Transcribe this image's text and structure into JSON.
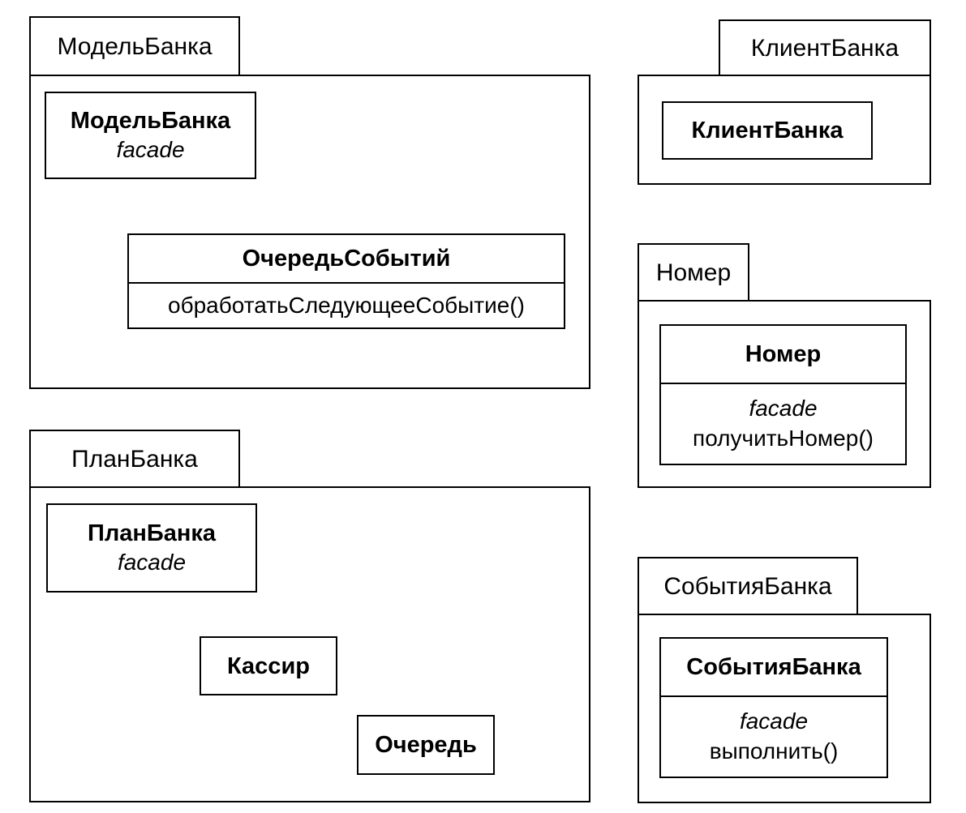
{
  "packages": {
    "model": {
      "tab_label": "МодельБанка",
      "facade_class": {
        "name": "МодельБанка",
        "stereotype": "facade"
      },
      "event_queue": {
        "name": "ОчередьСобытий",
        "operation": "обработатьСледующееСобытие()"
      }
    },
    "client": {
      "tab_label": "КлиентБанка",
      "client_class": {
        "name": "КлиентБанка"
      }
    },
    "number": {
      "tab_label": "Номер",
      "number_class": {
        "name": "Номер",
        "stereotype": "facade",
        "operation": "получитьНомер()"
      }
    },
    "plan": {
      "tab_label": "ПланБанка",
      "facade_class": {
        "name": "ПланБанка",
        "stereotype": "facade"
      },
      "cashier": {
        "name": "Кассир"
      },
      "queue": {
        "name": "Очередь"
      }
    },
    "events": {
      "tab_label": "СобытияБанка",
      "events_class": {
        "name": "СобытияБанка",
        "stereotype": "facade",
        "operation": "выполнить()"
      }
    }
  }
}
